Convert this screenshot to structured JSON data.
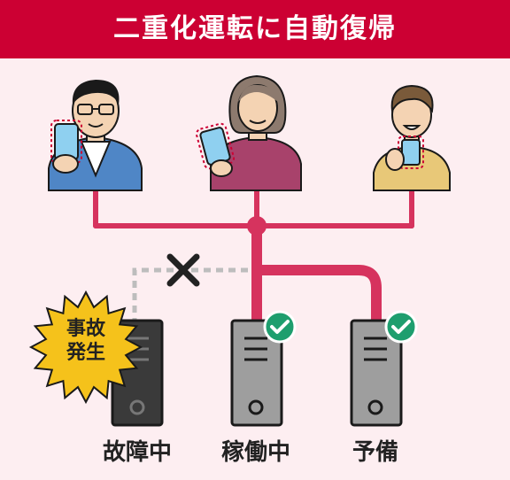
{
  "title": "二重化運転に自動復帰",
  "incident_badge": {
    "line1": "事故",
    "line2": "発生"
  },
  "servers": [
    {
      "label": "故障中"
    },
    {
      "label": "稼働中"
    },
    {
      "label": "予備"
    }
  ],
  "colors": {
    "title_bg": "#cc0033",
    "background": "#fdeef1",
    "link_active": "#d6335e",
    "link_failed": "#bdbdbd",
    "check": "#1e9e6e",
    "burst": "#f5c21b"
  }
}
